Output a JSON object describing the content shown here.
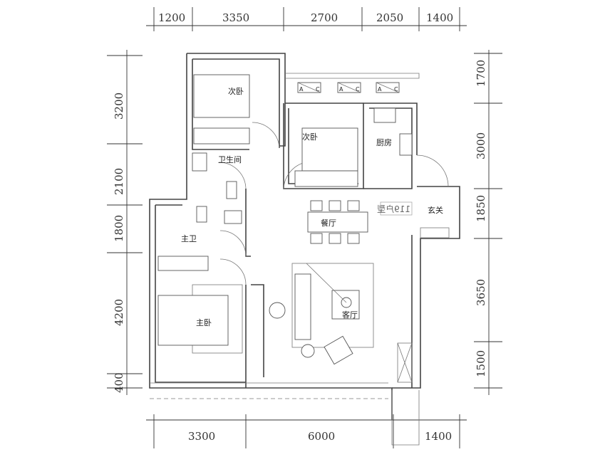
{
  "dimensions": {
    "top": [
      "1200",
      "3350",
      "2700",
      "2050",
      "1400"
    ],
    "bottom": [
      "3300",
      "6000",
      "1400"
    ],
    "left": [
      "3200",
      "2100",
      "1800",
      "4200",
      "400"
    ],
    "right": [
      "1700",
      "3000",
      "1850",
      "3650",
      "1500"
    ]
  },
  "rooms": {
    "bedroom_2a": "次卧",
    "bedroom_2b": "次卧",
    "kitchen": "厨房",
    "bathroom": "卫生间",
    "entry": "玄关",
    "dining": "餐厅",
    "master_bath": "主卫",
    "master_bedroom": "主卧",
    "living": "客厅"
  },
  "unit_label": "119户型",
  "ac_labels": [
    "A",
    "C"
  ]
}
